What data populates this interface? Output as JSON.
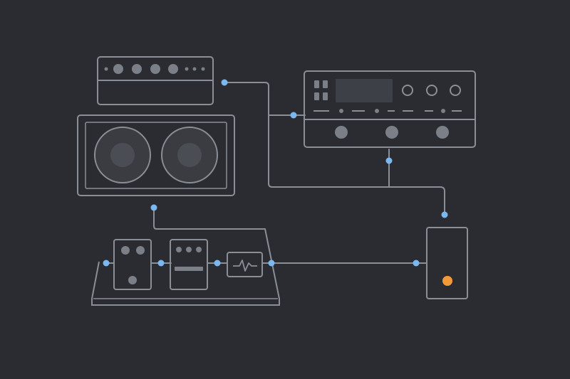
{
  "colors": {
    "background": "#2a2c31",
    "outline": "#8a8e96",
    "outline_dim": "#6f737b",
    "knob_fill": "#7b7f87",
    "speaker_cone": "#3a3c42",
    "speaker_center": "#4a4d54",
    "screen": "#3e4047",
    "cable": "#8a8e96",
    "connector": "#7cb8f0",
    "indicator": "#f29a3a"
  },
  "devices": [
    {
      "id": "amp-head",
      "icon": "amplifier-head-icon"
    },
    {
      "id": "speaker-cabinet",
      "icon": "speaker-cabinet-icon"
    },
    {
      "id": "multi-effects-unit",
      "icon": "multi-effects-processor-icon"
    },
    {
      "id": "pedalboard",
      "icon": "pedalboard-icon"
    },
    {
      "id": "overdrive-pedal",
      "icon": "overdrive-pedal-icon"
    },
    {
      "id": "delay-pedal",
      "icon": "delay-pedal-icon"
    },
    {
      "id": "tuner-pedal",
      "icon": "tuner-waveform-icon"
    },
    {
      "id": "expression-unit",
      "icon": "power-supply-icon"
    }
  ]
}
